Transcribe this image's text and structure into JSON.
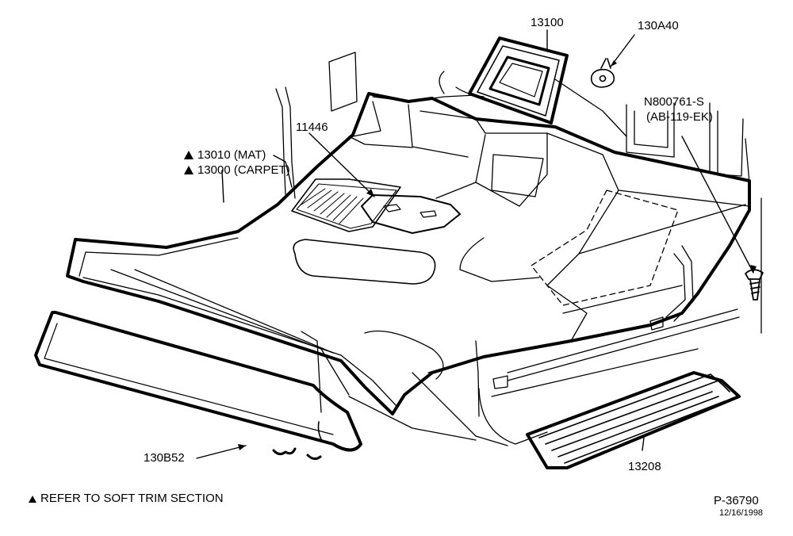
{
  "callouts": {
    "part_13100": "13100",
    "part_130A40": "130A40",
    "fastener_line1": "N800761-S",
    "fastener_line2": "(AB-119-EK)",
    "part_11446": "11446",
    "part_13010": "13010  (MAT)",
    "part_13000": "13000 (CARPET)",
    "part_130B52": "130B52",
    "part_13208": "13208"
  },
  "footer": {
    "note": "REFER TO SOFT TRIM SECTION",
    "drawing_number": "P-36790",
    "date": "12/16/1998"
  }
}
